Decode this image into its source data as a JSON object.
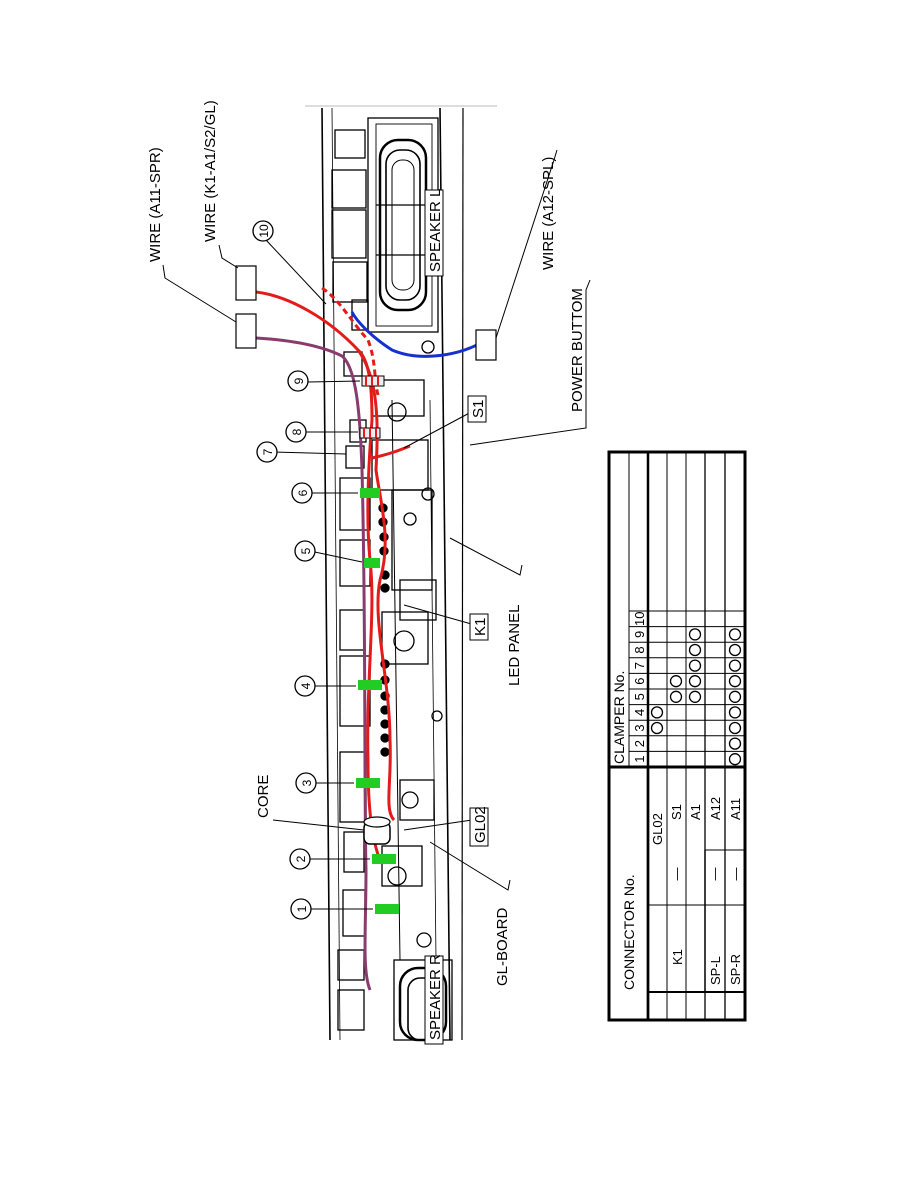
{
  "callouts": {
    "wire_a11_spr": "WIRE (A11-SPR)",
    "wire_k1_a1_s2_gl": "WIRE (K1-A1/S2/GL)",
    "wire_a12_spl": "WIRE (A12-SPL)",
    "power_buttom": "POWER BUTTOM",
    "led_panel": "LED PANEL",
    "gl_board": "GL-BOARD",
    "core": "CORE",
    "speaker_l": "SPEAKER L",
    "speaker_r": "SPEAKER R",
    "s1": "S1",
    "k1": "K1",
    "gl02": "GL02"
  },
  "clampers": [
    "1",
    "2",
    "3",
    "4",
    "5",
    "6",
    "7",
    "8",
    "9",
    "10"
  ],
  "wire_colors": {
    "red": "#e31b1b",
    "blue": "#1530d0",
    "purple": "#8a3b6e",
    "clamp_green": "#22cc22"
  },
  "table": {
    "connector_header": "CONNECTOR No.",
    "clamper_header": "CLAMPER No.",
    "clamper_numbers": [
      "1",
      "2",
      "3",
      "4",
      "5",
      "6",
      "7",
      "8",
      "9",
      "10"
    ],
    "rows": [
      {
        "group": "K1",
        "sub": "—",
        "connector": "GL02",
        "marks": [
          false,
          false,
          true,
          true,
          false,
          false,
          false,
          false,
          false,
          false
        ]
      },
      {
        "group": "K1",
        "sub": "—",
        "connector": "S1",
        "marks": [
          false,
          false,
          false,
          false,
          true,
          true,
          false,
          false,
          false,
          false
        ]
      },
      {
        "group": "K1",
        "sub": "—",
        "connector": "A1",
        "marks": [
          false,
          false,
          false,
          false,
          true,
          true,
          true,
          true,
          true,
          false
        ]
      },
      {
        "group": "SP-L",
        "sub": "—",
        "connector": "A12",
        "marks": [
          false,
          false,
          false,
          false,
          false,
          false,
          false,
          false,
          false,
          false
        ]
      },
      {
        "group": "SP-R",
        "sub": "—",
        "connector": "A11",
        "marks": [
          true,
          true,
          true,
          true,
          true,
          true,
          true,
          true,
          true,
          false
        ]
      }
    ]
  }
}
